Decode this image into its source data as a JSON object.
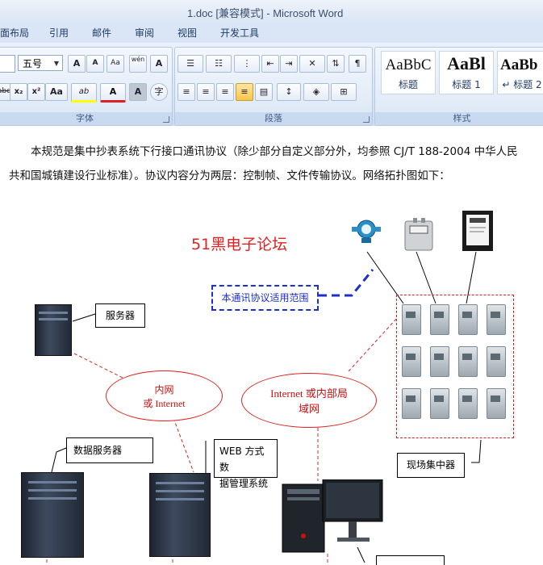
{
  "window": {
    "title": "1.doc [兼容模式] - Microsoft Word"
  },
  "menu": {
    "items": [
      "面布局",
      "引用",
      "邮件",
      "审阅",
      "视图",
      "开发工具"
    ]
  },
  "ribbon": {
    "font_group": {
      "label": "字体",
      "font_size": "五号",
      "buttons": {
        "grow": "A",
        "shrink": "A",
        "clear_format": "Aa",
        "phonetic": "wén",
        "border_char": "A",
        "strike": "abc",
        "subscript": "x₂",
        "superscript": "x²",
        "change_case": "Aa",
        "highlight": "ab",
        "font_color": "A",
        "shading": "A",
        "enclose": "字"
      }
    },
    "paragraph_group": {
      "label": "段落"
    },
    "styles_group": {
      "label": "样式",
      "styles": [
        {
          "sample": "AaBbC",
          "name": "标题"
        },
        {
          "sample": "AaBl",
          "name": "标题 1"
        },
        {
          "sample": "AaBb",
          "name": "↵ 标题 2"
        }
      ]
    }
  },
  "document": {
    "paragraph_line1": "本规范是集中抄表系统下行接口通讯协议（除少部分自定义部分外，均参照 CJ/T 188-2004 中华人民",
    "paragraph_line2": "共和国城镇建设行业标准）。协议内容分为两层：控制帧、文件传输协议。网络拓扑图如下："
  },
  "diagram": {
    "brand_text": "51黑电子论坛",
    "scope_label": "本通讯协议适用范围",
    "server_label": "服务器",
    "data_server_label": "数据服务器",
    "web_system_line1": "WEB 方式数",
    "web_system_line2": "据管理系统",
    "intranet_line1": "内网",
    "intranet_line2": "或 Internet",
    "internet_line1": "Internet 或内部局",
    "internet_line2": "域网",
    "concentrator_label": "现场集中器",
    "colors": {
      "red": "#e02020",
      "blue": "#1c2fd0"
    }
  }
}
